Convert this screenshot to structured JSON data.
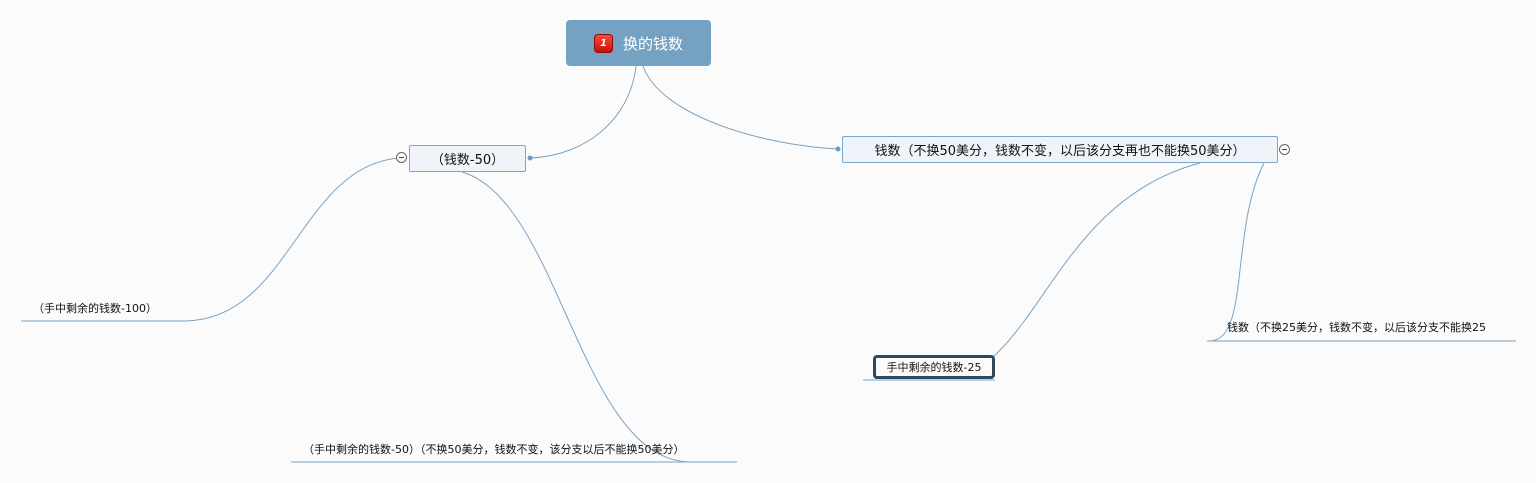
{
  "root": {
    "label": "换的钱数",
    "priority": "1"
  },
  "branches": {
    "left": {
      "label": "（钱数-50）"
    },
    "right": {
      "label": "钱数（不换50美分，钱数不变，以后该分支再也不能换50美分）"
    }
  },
  "leaves": {
    "left_a": "（手中剩余的钱数-100）",
    "left_b": "（手中剩余的钱数-50）（不换50美分，钱数不变，该分支以后不能换50美分）",
    "right_a": "钱数（不换25美分，钱数不变，以后该分支不能换25",
    "right_b": "手中剩余的钱数-25"
  },
  "colors": {
    "root_fill": "#75a2c2",
    "branch_fill": "#eef4f9",
    "branch_border": "#7fa6c6",
    "link": "#7aa3c4",
    "priority_badge": "#e02418",
    "selected_border": "#2f4a5f"
  }
}
